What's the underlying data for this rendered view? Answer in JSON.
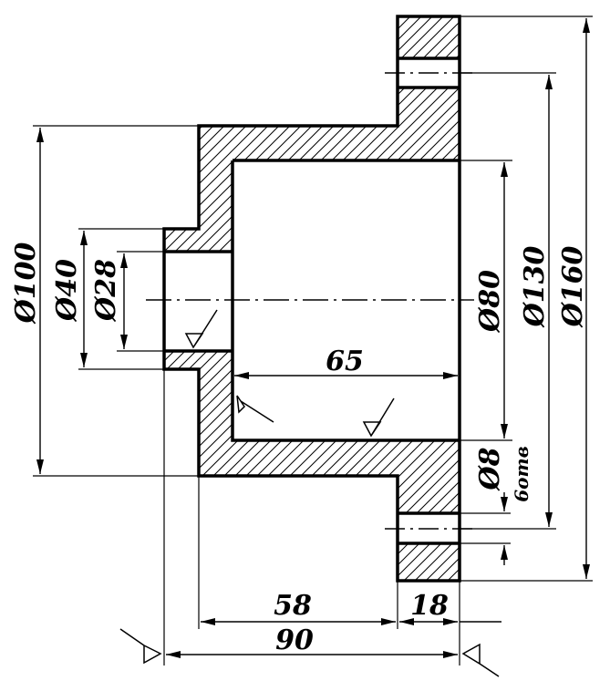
{
  "drawing": {
    "dimensions": {
      "d100": "Ø100",
      "d40": "Ø40",
      "d28": "Ø28",
      "d80": "Ø80",
      "d130": "Ø130",
      "d160": "Ø160",
      "d8": "Ø8",
      "holes_note": "6отв",
      "len65": "65",
      "len58": "58",
      "len18": "18",
      "len90": "90"
    },
    "colors": {
      "line": "#000000",
      "background": "#ffffff"
    }
  }
}
